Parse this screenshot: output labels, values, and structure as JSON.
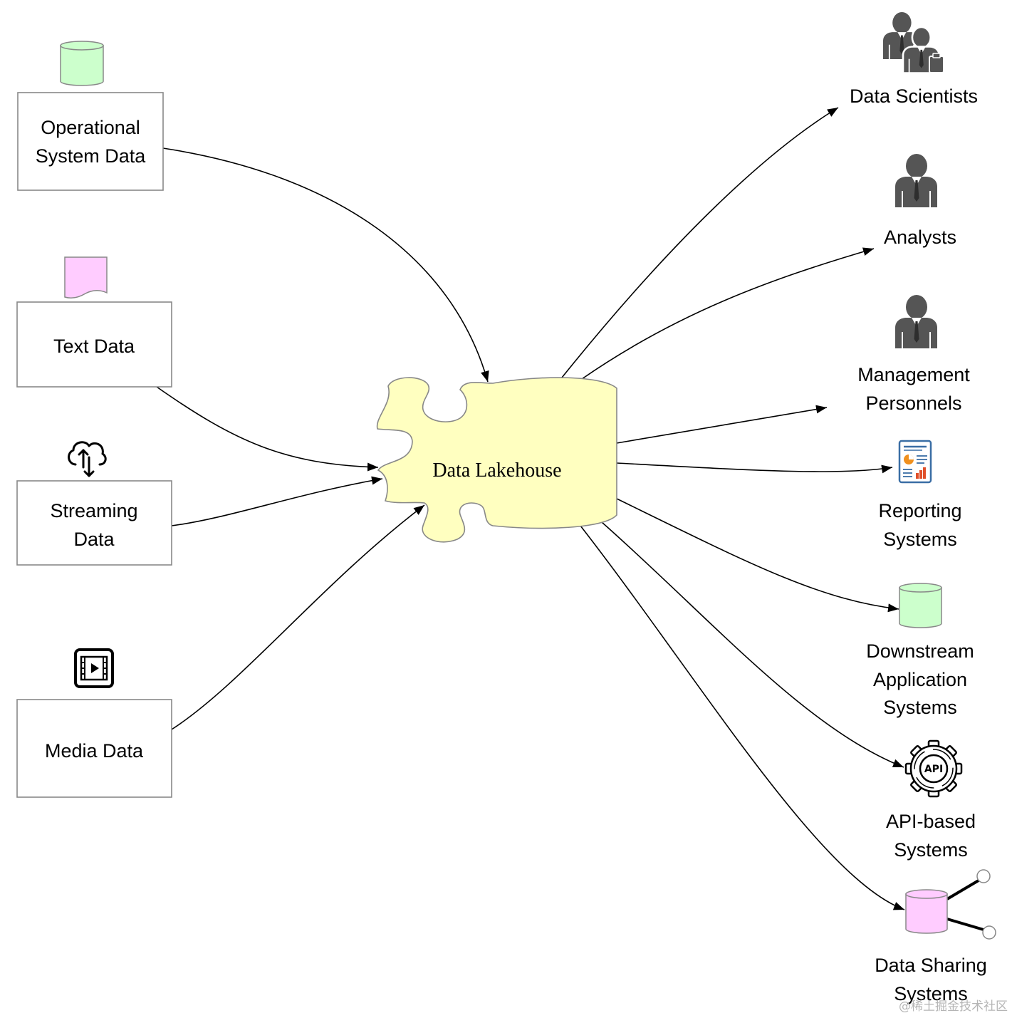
{
  "center": {
    "label": "Data Lakehouse",
    "fill": "#ffffc0"
  },
  "sources": [
    {
      "lines": [
        "Operational",
        "System Data"
      ],
      "icon": "database-cylinder-icon"
    },
    {
      "lines": [
        "Text Data"
      ],
      "icon": "document-icon"
    },
    {
      "lines": [
        "Streaming",
        "Data"
      ],
      "icon": "cloud-sync-icon"
    },
    {
      "lines": [
        "Media Data"
      ],
      "icon": "video-file-icon"
    }
  ],
  "targets": [
    {
      "lines": [
        "Data Scientists"
      ],
      "icon": "people-group-icon"
    },
    {
      "lines": [
        "Analysts"
      ],
      "icon": "person-icon"
    },
    {
      "lines": [
        "Management",
        "Personnels"
      ],
      "icon": "person-icon"
    },
    {
      "lines": [
        "Reporting",
        "Systems"
      ],
      "icon": "report-icon"
    },
    {
      "lines": [
        "Downstream",
        "Application",
        "Systems"
      ],
      "icon": "database-cylinder-icon"
    },
    {
      "lines": [
        "API-based",
        "Systems"
      ],
      "icon": "api-gear-icon",
      "icon_text": "API"
    },
    {
      "lines": [
        "Data Sharing",
        "Systems"
      ],
      "icon": "shared-database-icon"
    }
  ],
  "colors": {
    "database_green": "#ccffcc",
    "document_pink": "#ffccff",
    "person_gray": "#555555",
    "report_blue": "#3a6ea5",
    "report_orange": "#f0901e",
    "report_red": "#e0502a"
  },
  "watermark": "@稀土掘金技术社区"
}
